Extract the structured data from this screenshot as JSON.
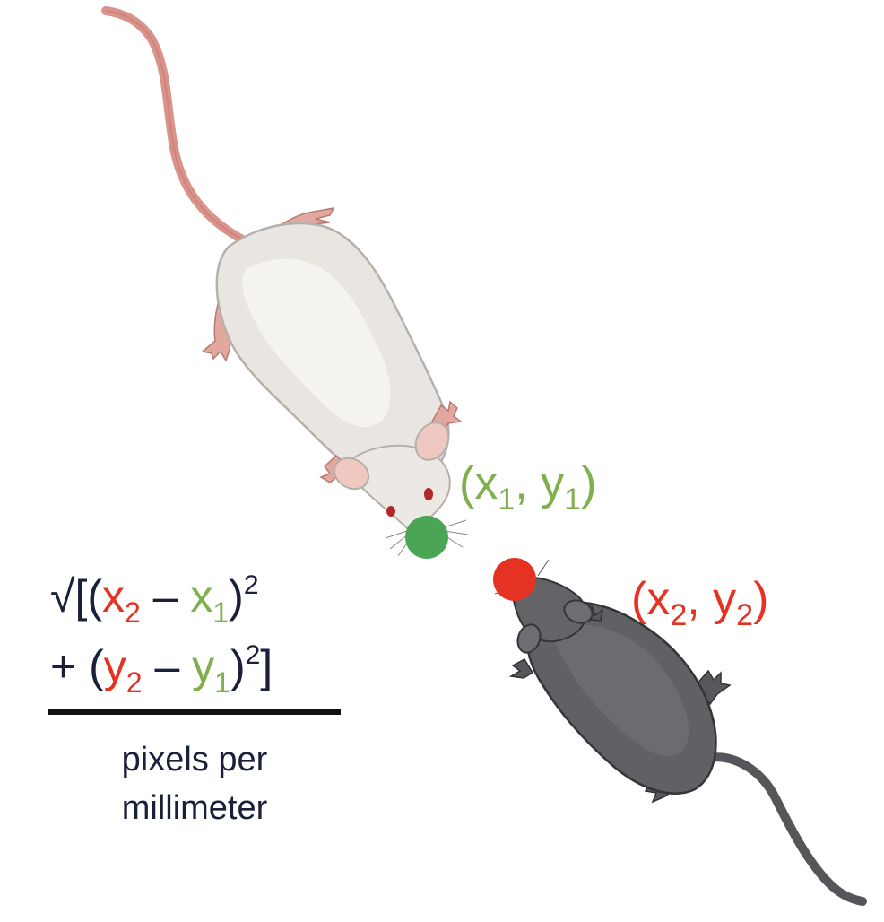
{
  "point1": {
    "label": {
      "open": "(x",
      "sub1": "1",
      "mid": ", y",
      "sub2": "1",
      "close": ")"
    },
    "color": "#7faf4f"
  },
  "point2": {
    "label": {
      "open": "(x",
      "sub1": "2",
      "mid": ", y",
      "sub2": "2",
      "close": ")"
    },
    "color": "#e53223"
  },
  "formula": {
    "line1": {
      "sqrt": "√[(",
      "x2": "x",
      "x2_sub": "2",
      "minus": " – ",
      "x1": "x",
      "x1_sub": "1",
      "close": ")",
      "exp": "2"
    },
    "line2": {
      "plus": "+ (",
      "y2": "y",
      "y2_sub": "2",
      "minus": " – ",
      "y1": "y",
      "y1_sub": "1",
      "close": ")",
      "exp": "2",
      "bracket": "]"
    },
    "denominator_line1": "pixels per",
    "denominator_line2": "millimeter"
  },
  "colors": {
    "text_dark": "#1a1f3a",
    "green": "#7faf4f",
    "red": "#e53223",
    "white_mouse_body": "#e9e5e1",
    "dark_mouse_body": "#5f6165",
    "tail_pink": "#d9938a"
  }
}
